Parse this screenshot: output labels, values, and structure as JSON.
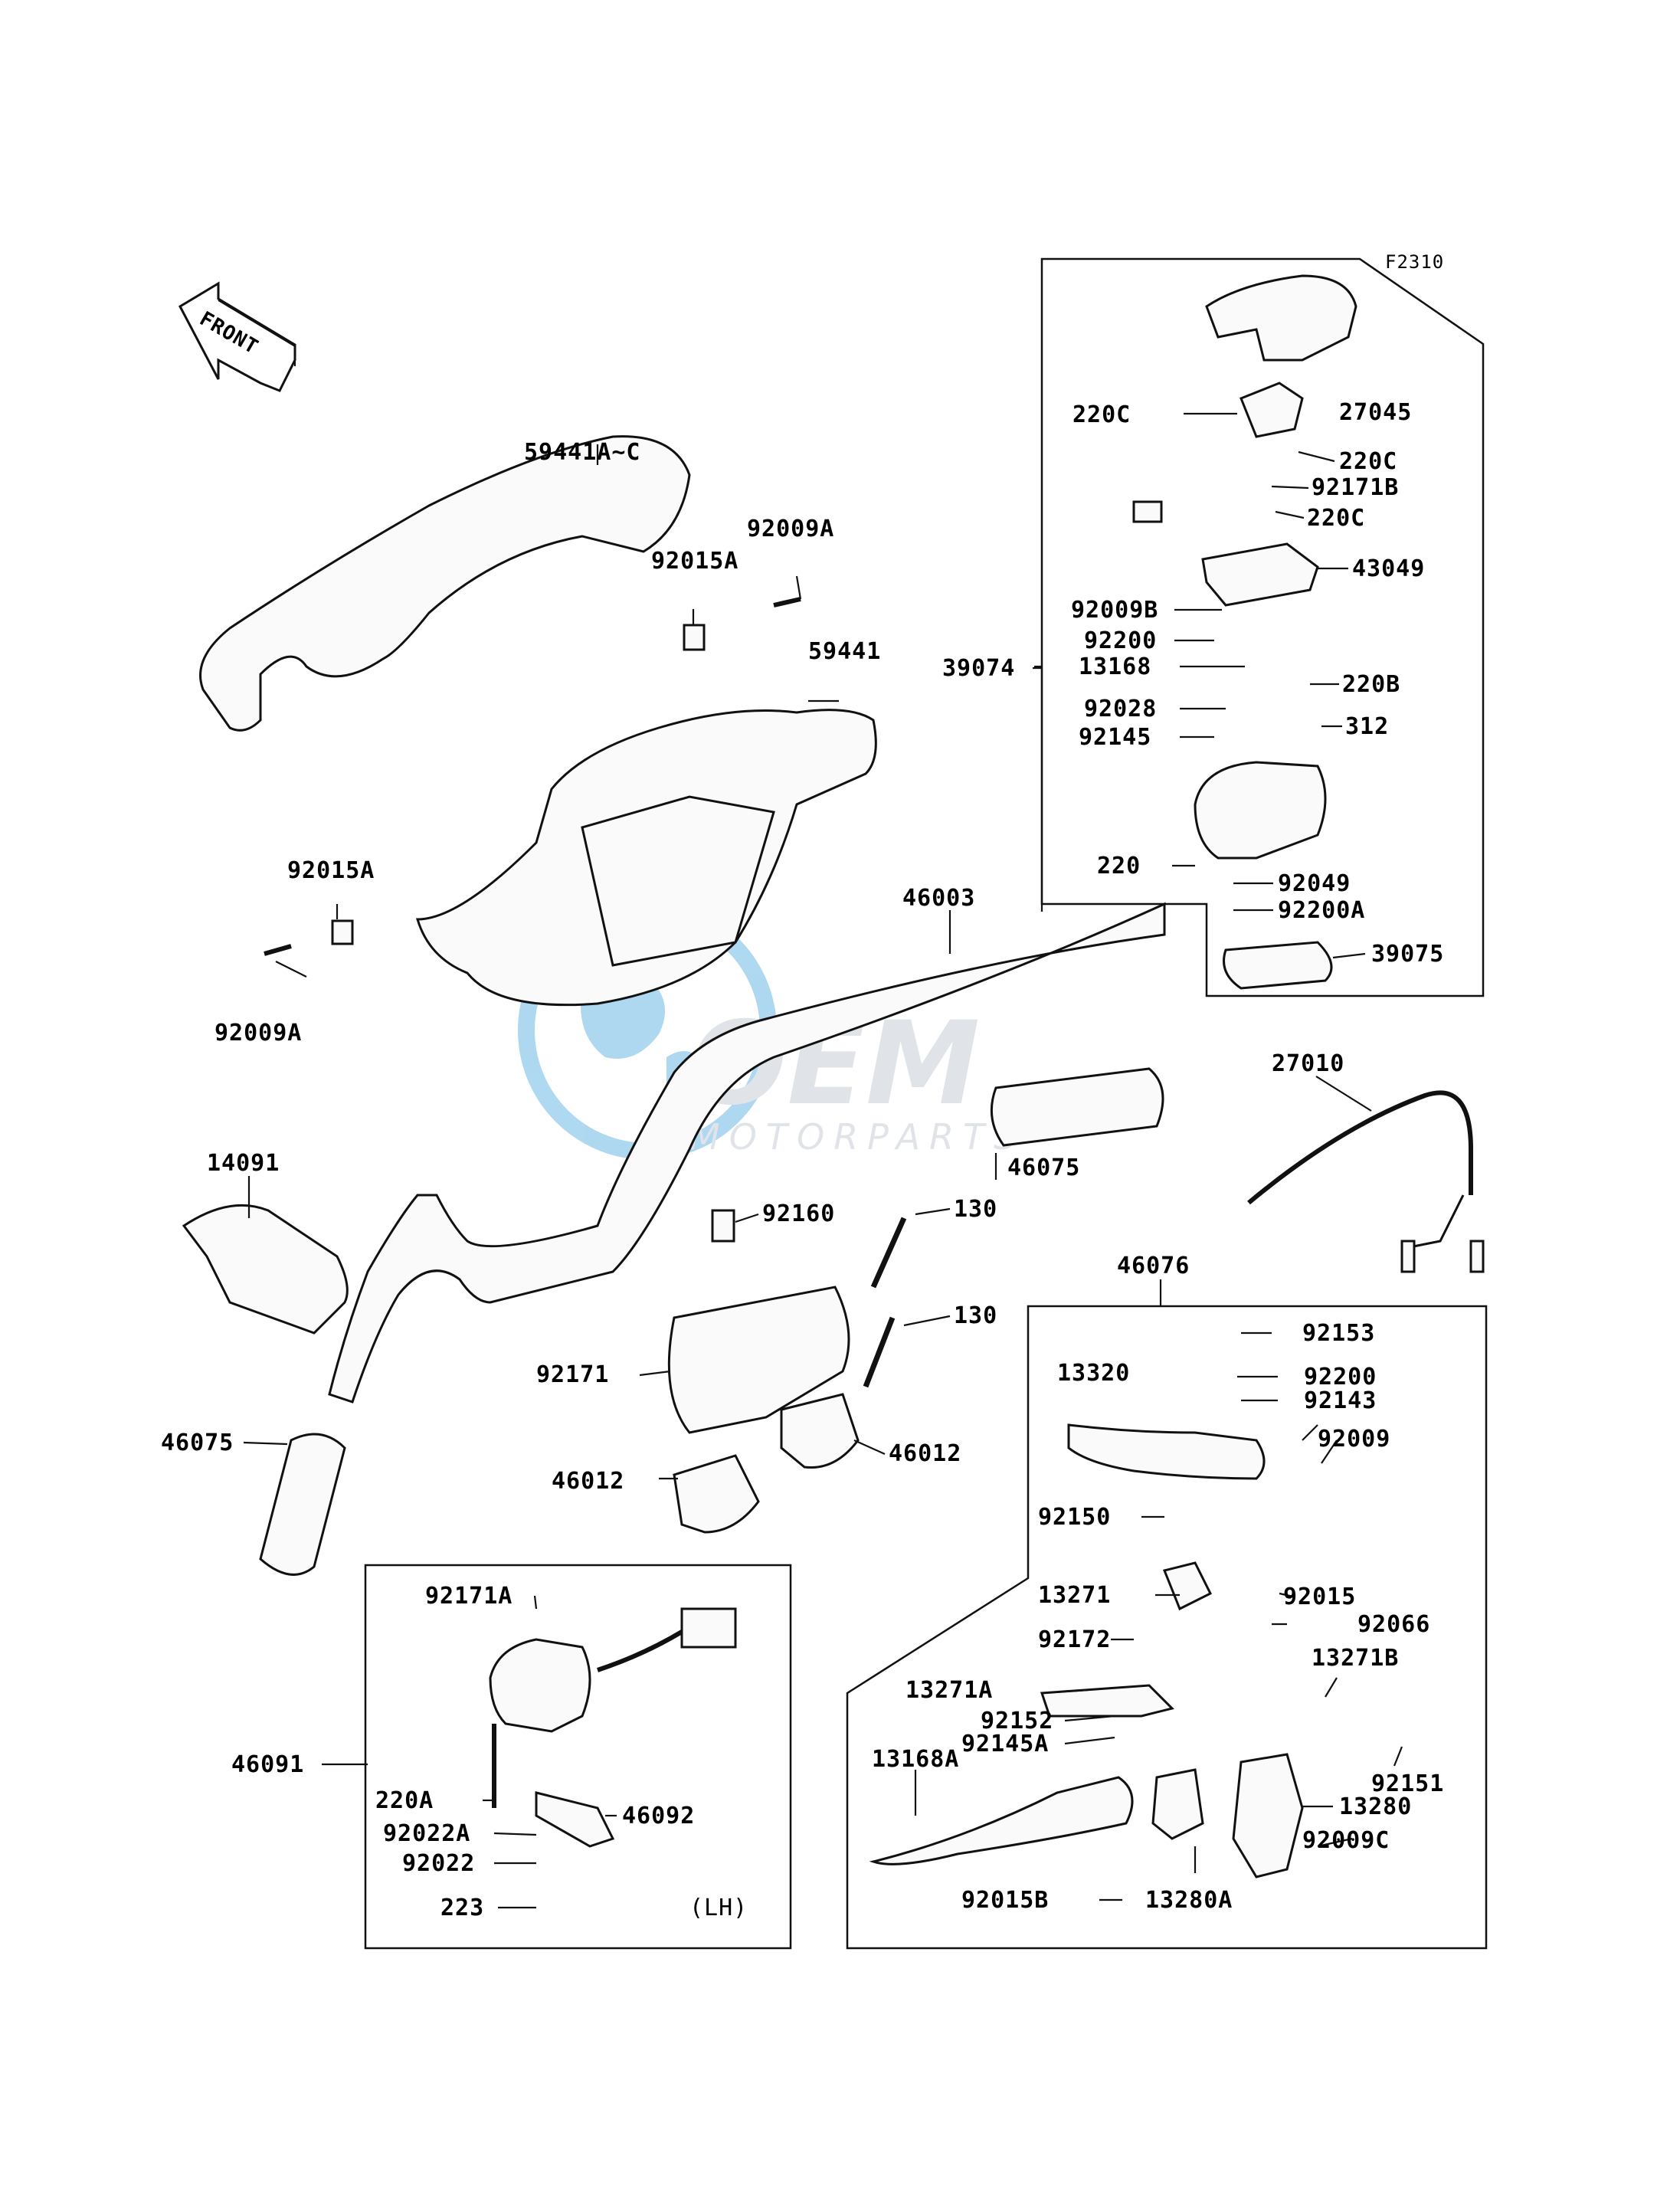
{
  "diagram": {
    "figure_code": "F2310",
    "front_label": "FRONT",
    "side_note": "(LH)",
    "watermark": {
      "brand": "OEM",
      "sub": "MOTORPARTS"
    },
    "labels": [
      "59441A~C",
      "92009A",
      "92015A",
      "59441",
      "92015A",
      "92009A",
      "46003",
      "14091",
      "46075",
      "92160",
      "130",
      "130",
      "92171",
      "46012",
      "46012",
      "46075",
      "27010",
      "46076",
      "220C",
      "27045",
      "220C",
      "92171B",
      "220C",
      "43049",
      "92009B",
      "92200",
      "13168",
      "220B",
      "92028",
      "312",
      "92145",
      "39074",
      "220",
      "92049",
      "92200A",
      "39075",
      "92153",
      "92200",
      "92143",
      "13320",
      "92009",
      "92150",
      "13271",
      "92015",
      "92066",
      "92172",
      "13271B",
      "13271A",
      "92152",
      "92145A",
      "92151",
      "13168A",
      "13280",
      "92009C",
      "92015B",
      "13280A",
      "92171A",
      "46091",
      "220A",
      "46092",
      "92022A",
      "92022",
      "223"
    ]
  },
  "colors": {
    "line": "#111111",
    "watermark": "#1b8fd6",
    "watermark_gray": "#a9b4bf"
  }
}
